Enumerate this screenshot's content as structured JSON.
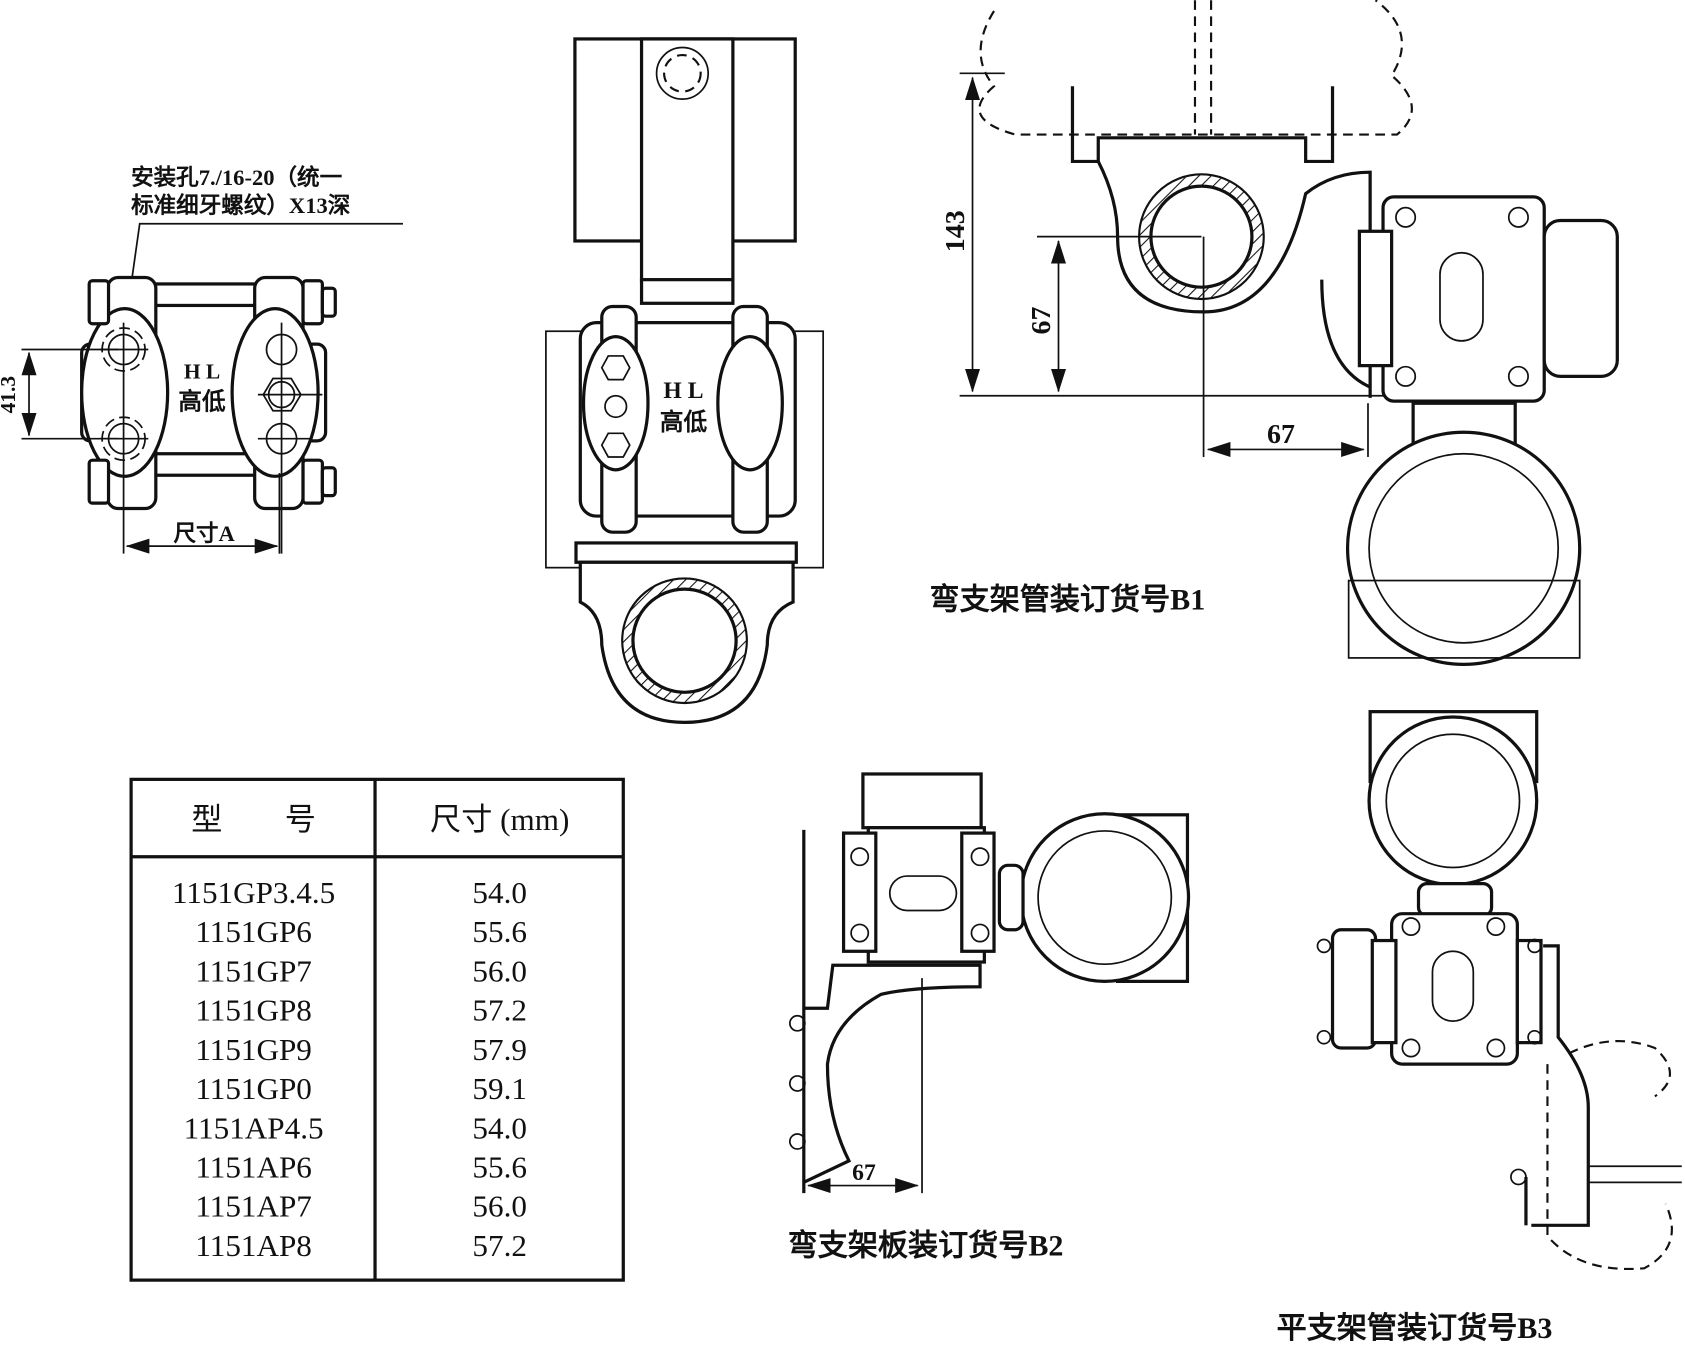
{
  "front_view": {
    "note_line1": "安装孔7./16-20（统一",
    "note_line2": "标准细牙螺纹）X13深",
    "dim_vertical": "41.3",
    "dim_horizontal": "尺寸A",
    "hl_label": "H L",
    "high_low_label": "高低"
  },
  "center_view": {
    "hl_label": "H L",
    "high_low_label": "高低"
  },
  "b1_view": {
    "caption": "弯支架管装订货号B1",
    "dim_143": "143",
    "dim_67_vertical": "67",
    "dim_67_horizontal": "67"
  },
  "b2_view": {
    "caption": "弯支架板装订货号B2",
    "dim_67": "67"
  },
  "b3_view": {
    "caption": "平支架管装订货号B3"
  },
  "table": {
    "headers": [
      "型　　号",
      "尺寸 (mm)"
    ],
    "rows": [
      {
        "model": "1151GP3.4.5",
        "size": "54.0"
      },
      {
        "model": "1151GP6",
        "size": "55.6"
      },
      {
        "model": "1151GP7",
        "size": "56.0"
      },
      {
        "model": "1151GP8",
        "size": "57.2"
      },
      {
        "model": "1151GP9",
        "size": "57.9"
      },
      {
        "model": "1151GP0",
        "size": "59.1"
      },
      {
        "model": "1151AP4.5",
        "size": "54.0"
      },
      {
        "model": "1151AP6",
        "size": "55.6"
      },
      {
        "model": "1151AP7",
        "size": "56.0"
      },
      {
        "model": "1151AP8",
        "size": "57.2"
      }
    ]
  }
}
